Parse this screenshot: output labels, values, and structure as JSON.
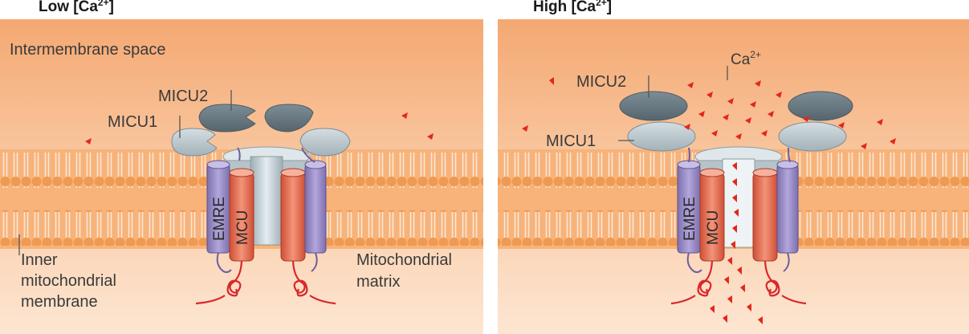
{
  "panels": {
    "low": {
      "title": "Low [Ca",
      "title_sup": "2+",
      "title_close": "]",
      "space_label": "Intermembrane space",
      "micu2": "MICU2",
      "micu1": "MICU1",
      "emre": "EMRE",
      "mcu": "MCU",
      "inner_membrane": [
        "Inner",
        "mitochondrial",
        "membrane"
      ],
      "matrix": [
        "Mitochondrial",
        "matrix"
      ]
    },
    "high": {
      "title": "High [Ca",
      "title_sup": "2+",
      "title_close": "]",
      "micu2": "MICU2",
      "micu1": "MICU1",
      "emre": "EMRE",
      "mcu": "MCU",
      "ion": "Ca",
      "ion_sup": "2+"
    }
  },
  "colors": {
    "space_top": "#f6b98a",
    "space_bottom": "#fde3cc",
    "membrane": "#f4a45f",
    "lipid_head": "#f0a058",
    "lipid_tail": "#ffffff",
    "micu": "#8b9aa3",
    "micu_light": "#bcc8ce",
    "emre": "#9a8dc4",
    "mcu": "#e8745a",
    "pore": "#c9d3d8",
    "ion": "#e4261b",
    "helix": "#d8262a"
  }
}
